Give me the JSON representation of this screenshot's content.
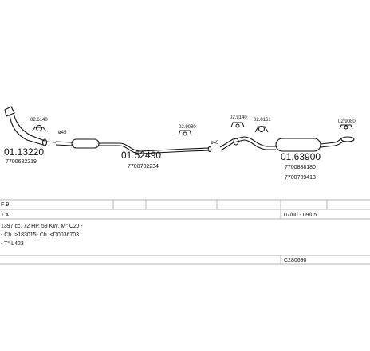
{
  "diagram": {
    "parts": [
      {
        "number": "01.13220",
        "oem": "7700682219"
      },
      {
        "number": "01.52490",
        "oem": "7700702234"
      },
      {
        "number": "01.63900",
        "oem": [
          "7700888180",
          "7700709413"
        ]
      }
    ],
    "fittings": [
      "02.6140",
      "02.9080",
      "02.9140",
      "02.0161",
      "02.9080"
    ],
    "diameters": [
      "ø45",
      "ø45"
    ]
  },
  "table": {
    "model": "F 9",
    "variant": "1.4",
    "period": "07/00 - 09/05",
    "engine": "1397 cc, 72 HP, 53 KW, M° C2J -",
    "chassis": "- Ch. >183015- Ch. <D0036703",
    "code": "- T° L423",
    "system_number": "C280690"
  }
}
